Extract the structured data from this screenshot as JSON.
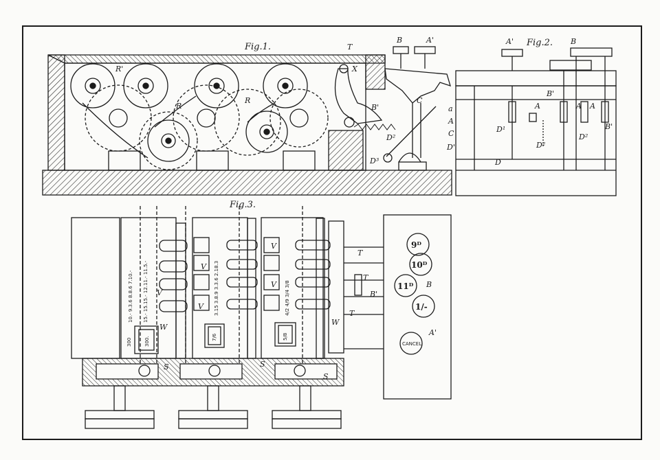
{
  "figures": {
    "fig1": {
      "title": "Fig.1.",
      "labels": {
        "T": "T",
        "X": "X",
        "R_prime": "R'",
        "R1": "R",
        "R2": "R",
        "B": "B",
        "A_prime": "A'",
        "C": "C",
        "B_prime": "B'",
        "a": "a",
        "A": "A",
        "C2": "C",
        "D2": "D²",
        "D_prime": "D'",
        "D3": "D³"
      }
    },
    "fig2": {
      "title": "Fig.2.",
      "labels": {
        "A_prime": "A'",
        "B": "B",
        "B_prime": "B'",
        "A1": "A",
        "A2": "A",
        "A3": "A",
        "D1": "D¹",
        "D2a": "D²",
        "D2b": "D²",
        "D": "D",
        "B_prime2": "B'"
      }
    },
    "fig3": {
      "title": "Fig.3.",
      "labels": {
        "T1": "T",
        "T2": "T",
        "T3": "T",
        "B_prime": "B'",
        "B": "B",
        "W1": "W",
        "W2": "W",
        "V1": "V",
        "V2": "V",
        "V3": "V",
        "V4": "V",
        "V5": "V",
        "S1": "S",
        "S2": "S",
        "S3": "S",
        "A_prime": "A'"
      },
      "drum1_col1": "10.-  9.3.6  8.8.6  7.10.-",
      "drum1_col2": "15.-  15.15.-  12.11.-  11.5.-",
      "drum1_bottom": "300",
      "drum1_window": "300.",
      "drum2_col": "3.15  3.8.9  3.3.6  2.18.3",
      "drum2_window": "7/6",
      "drum3_col": "4/2  4/9  3/4  3/8",
      "drum3_window": "5/8",
      "keys": {
        "k9": "9ᴰ",
        "k10": "10ᴰ",
        "k11": "11ᴰ",
        "k1": "1/-",
        "cancel": "CANCEL"
      }
    }
  }
}
